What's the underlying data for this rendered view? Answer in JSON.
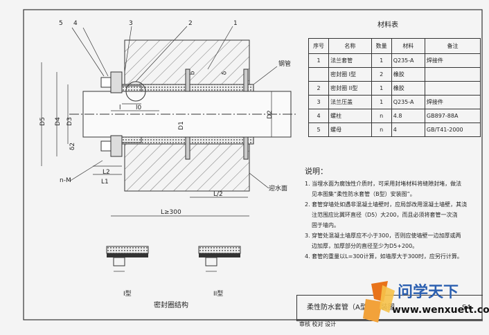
{
  "callouts": {
    "n1": "1",
    "n2": "2",
    "n3": "3",
    "n4": "4",
    "n5": "5"
  },
  "dims": {
    "D5": "D5",
    "D4": "D4",
    "D3": "D3",
    "D1": "D1",
    "D2": "D2",
    "b": "b",
    "delta": "δ",
    "delta_ring": "δ2",
    "l": "l",
    "l0": "l0",
    "l1": "L1",
    "l2": "L2",
    "half": "L/2",
    "total": "L≥300",
    "bolt": "n-M"
  },
  "labels": {
    "steel_pipe": "钢管",
    "water_face": "迎水面",
    "type1": "I型",
    "type2": "II型",
    "ring_title": "密封圈结构"
  },
  "materials": {
    "title": "材料表",
    "headers": [
      "序号",
      "名称",
      "数量",
      "材料",
      "备注"
    ],
    "rows": [
      {
        "no": "1",
        "name": "法兰套管",
        "qty": "1",
        "mat": "Q235-A",
        "note": "焊接件"
      },
      {
        "no": "",
        "name": "密封圈 I型",
        "qty": "2",
        "mat": "橡胶",
        "note": ""
      },
      {
        "no": "2",
        "name": "密封圈 II型",
        "qty": "1",
        "mat": "橡胶",
        "note": ""
      },
      {
        "no": "3",
        "name": "法兰压盖",
        "qty": "1",
        "mat": "Q235-A",
        "note": "焊接件"
      },
      {
        "no": "4",
        "name": "螺柱",
        "qty": "n",
        "mat": "4.8",
        "note": "GB897-88A"
      },
      {
        "no": "5",
        "name": "螺母",
        "qty": "n",
        "mat": "4",
        "note": "GB/T41-2000"
      }
    ]
  },
  "notes": {
    "heading": "说明：",
    "items": [
      "1. 当埋水面为腐蚀性介质时，可采用封堵材料将缝隙封堵，做法",
      "见本图集“柔性防水套管（B型）安装图”。",
      "2. 套管穿墙处如遇非混凝土墙壁时，应局部改用混凝土墙壁，其浇",
      "注范围应比翼环直径（D5）大200，而且必须将套管一次浇",
      "固于墙内。",
      "3. 穿管处混凝土墙厚应不小于300，否则应使墙壁一边加厚或两",
      "边加厚，加厚部分的直径至少为D5+200。",
      "4. 套管的重量以L=300计算，如墙厚大于300时，应另行计算。"
    ]
  },
  "title_block": {
    "title": "柔性防水套管（A型）安装图",
    "page": "S4",
    "bottom": "审核 校对 设计"
  },
  "watermark": {
    "brand": "问学天下",
    "url": "www.wenxuett.com"
  }
}
